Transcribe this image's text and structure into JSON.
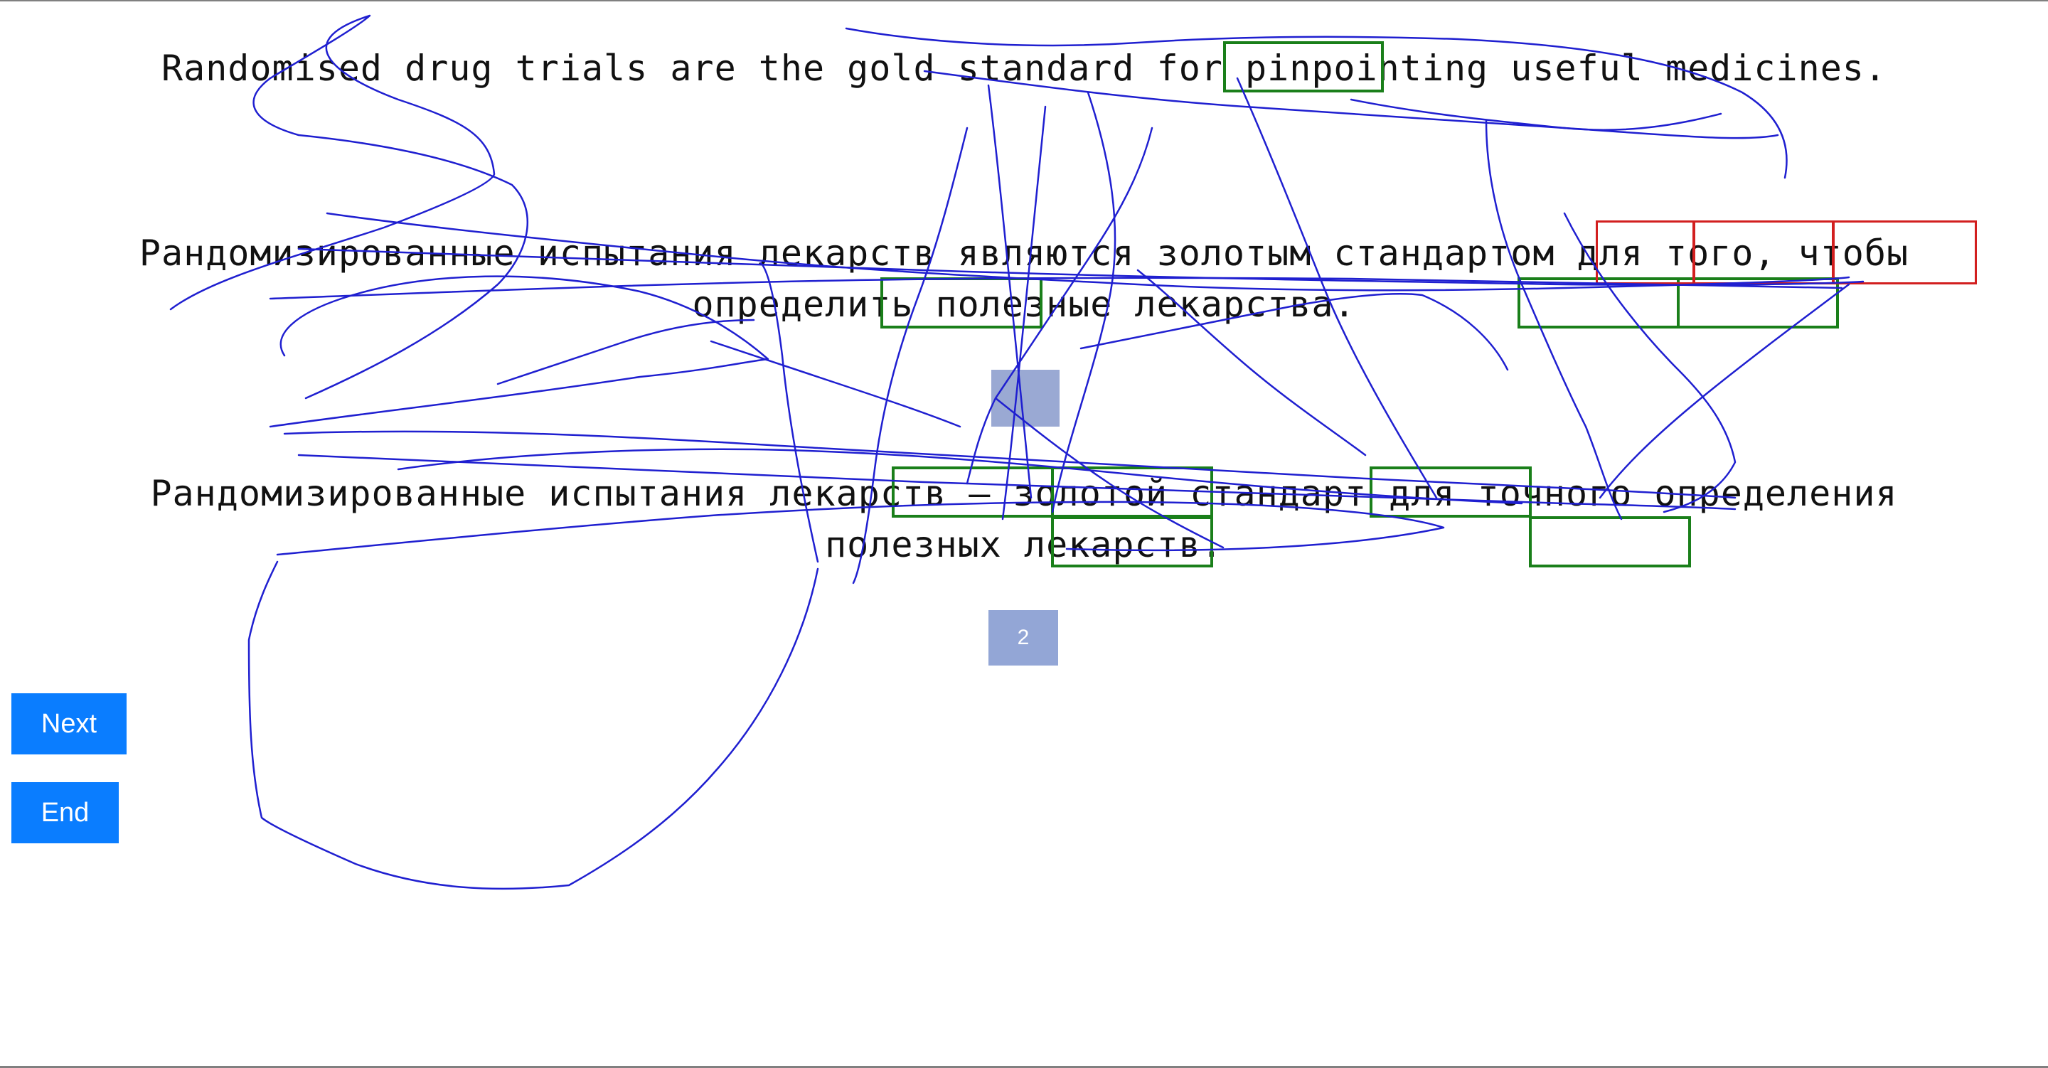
{
  "sentences": {
    "source": "Randomised drug trials are the gold standard for pinpointing useful medicines.",
    "machine_translation": "Рандомизированные испытания лекарств являются золотым стандартом для того, чтобы определить полезные лекарства.",
    "post_edit": "Рандомизированные испытания лекарств – золотой стандарт для точного определения полезных лекарств."
  },
  "page_indicator": "2",
  "buttons": {
    "next_label": "Next",
    "end_label": "End"
  },
  "colors": {
    "aligned_box": "#1a7f1a",
    "error_box": "#d21f1f",
    "ink": "#1f1fd0",
    "button": "#0a7dff",
    "page_badge": "#93a6d6"
  }
}
